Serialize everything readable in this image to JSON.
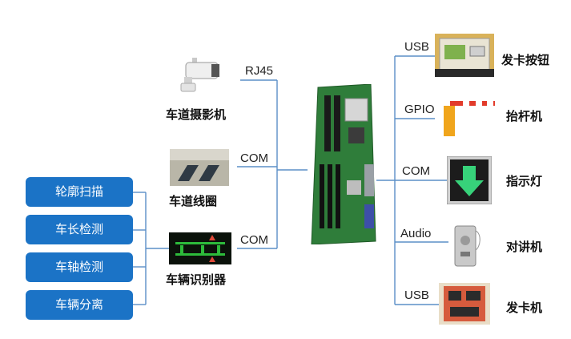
{
  "left_functions": [
    "轮廓扫描",
    "车长检测",
    "车轴检测",
    "车辆分离"
  ],
  "left_devices": [
    {
      "label": "车道摄影机",
      "interface": "RJ45",
      "icon": "camera-icon"
    },
    {
      "label": "车道线圈",
      "interface": "COM",
      "icon": "loop-coil-icon"
    },
    {
      "label": "车辆识别器",
      "interface": "COM",
      "icon": "vehicle-detector-icon"
    }
  ],
  "right_devices": [
    {
      "label": "发卡按钮",
      "interface": "USB",
      "icon": "card-button-icon"
    },
    {
      "label": "抬杆机",
      "interface": "GPIO",
      "icon": "barrier-gate-icon"
    },
    {
      "label": "指示灯",
      "interface": "COM",
      "icon": "indicator-light-icon"
    },
    {
      "label": "对讲机",
      "interface": "Audio",
      "icon": "intercom-icon"
    },
    {
      "label": "发卡机",
      "interface": "USB",
      "icon": "card-dispenser-icon"
    }
  ],
  "center": {
    "icon": "motherboard-icon"
  },
  "colors": {
    "button": "#1b73c6",
    "line": "#5b8fc7",
    "board": "#2f7d3a"
  }
}
